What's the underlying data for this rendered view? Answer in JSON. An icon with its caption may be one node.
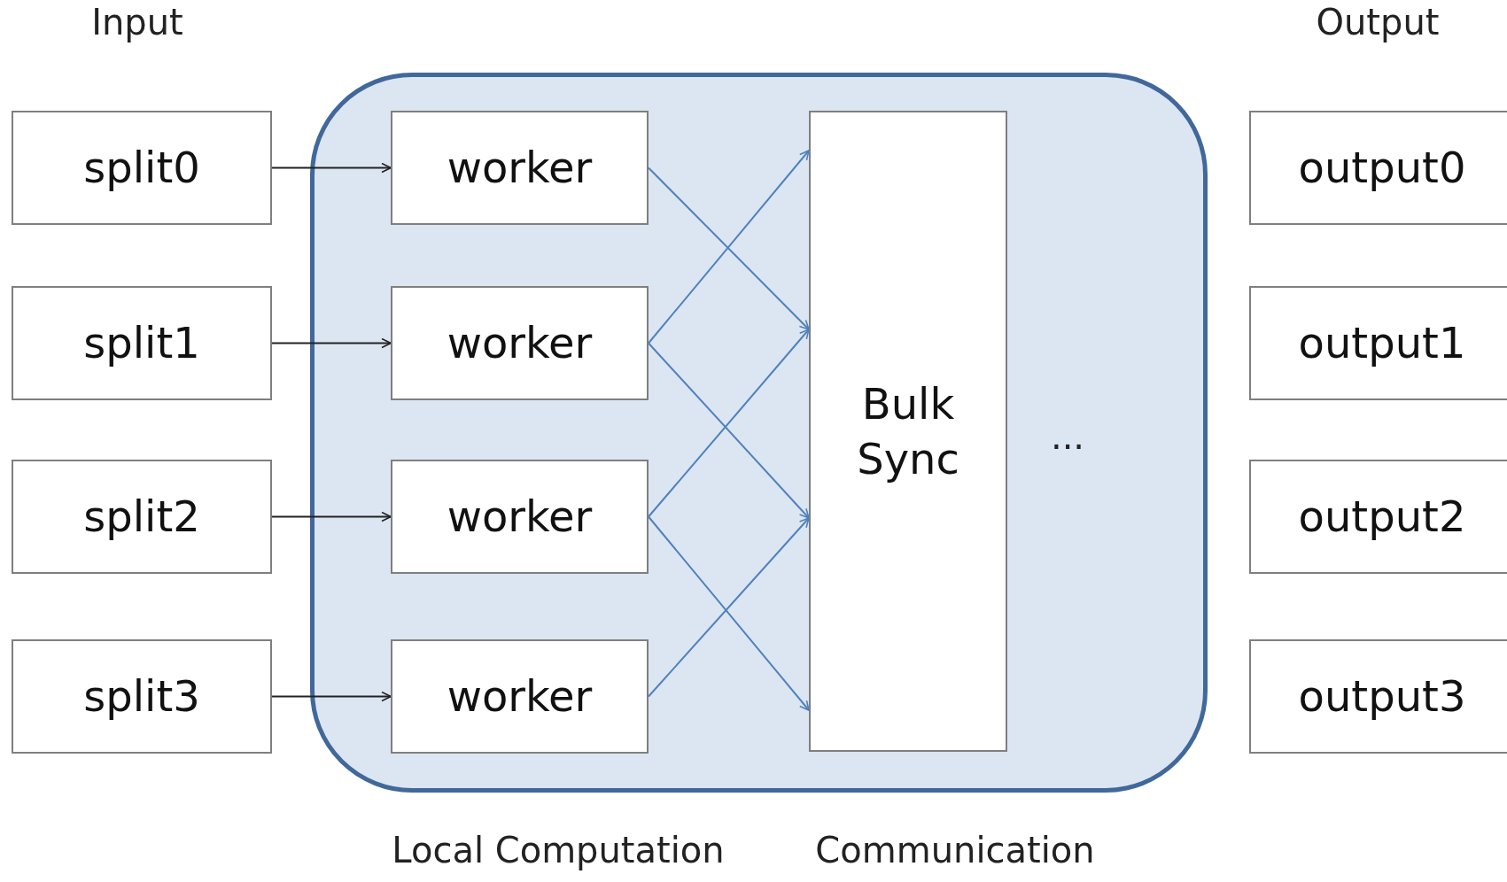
{
  "diagram": {
    "nodes": [
      {
        "text": [],
        "shape": "box"
      },
      {
        "text": [
          "split0"
        ]
      },
      {
        "text": [
          "split1"
        ]
      },
      {
        "text": [
          "split2"
        ]
      },
      {
        "text": [
          "split3"
        ]
      },
      {
        "text": [
          "worker"
        ],
        "in": 0
      },
      {
        "text": [
          "worker"
        ],
        "in": 0
      },
      {
        "text": [
          "worker"
        ],
        "in": 0
      },
      {
        "text": [
          "worker"
        ],
        "in": 0
      },
      {
        "text": [
          "Bulk Sync"
        ],
        "in": 0
      },
      {
        "text": [
          "output0"
        ]
      },
      {
        "text": [
          "output1"
        ]
      },
      {
        "text": [
          "output2"
        ]
      },
      {
        "text": [
          "output3"
        ]
      }
    ],
    "edges": [
      {
        "from": 1,
        "to": 5,
        "arrow": "to",
        "color": "#222222"
      },
      {
        "from": 2,
        "to": 6,
        "arrow": "to",
        "color": "#222222"
      },
      {
        "from": 3,
        "to": 7,
        "arrow": "to",
        "color": "#222222"
      },
      {
        "from": 4,
        "to": 8,
        "arrow": "to",
        "color": "#222222"
      },
      {
        "from": 5,
        "to": 9,
        "arrow": "to"
      },
      {
        "from": 6,
        "to": 9,
        "arrow": "to"
      },
      {
        "from": 6,
        "to": 9,
        "arrow": "to"
      },
      {
        "from": 7,
        "to": 9,
        "arrow": "to"
      },
      {
        "from": 7,
        "to": 9,
        "arrow": "to"
      },
      {
        "from": 8,
        "to": 9,
        "arrow": "to"
      }
    ],
    "labels": [
      "Input",
      "Output",
      "...",
      "Local Computation",
      "Communication"
    ]
  }
}
